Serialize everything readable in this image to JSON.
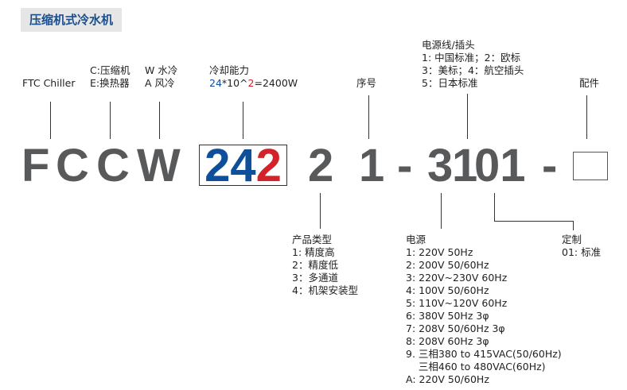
{
  "title": "压缩机式冷水机",
  "code": {
    "brand": "F",
    "type1": "C",
    "type2": "C",
    "cooling": "W",
    "capacity_digits": "24",
    "capacity_exp": "2",
    "product_type": "2",
    "serial": "1",
    "dash1": "-",
    "power_code": "3",
    "plug_code": "1",
    "custom_code": "01",
    "dash2": "-"
  },
  "top_labels": {
    "brand": "FTC Chiller",
    "type_lines": [
      "C:压缩机",
      "E:换热器"
    ],
    "cooling_lines": [
      "W 水冷",
      "A 风冷"
    ],
    "capacity_title": "冷却能力",
    "capacity_formula": {
      "digits": "24",
      "mid": "*10^",
      "exp": "2",
      "result": "=2400W"
    },
    "serial": "序号",
    "plug_lines": [
      "电源线/插头",
      "1: 中国标准；2：欧标",
      "3：美标；4：航空插头",
      "5：日本标准"
    ],
    "accessory": "配件"
  },
  "bottom_labels": {
    "product_type": [
      "产品类型",
      "1: 精度高",
      "2：精度低",
      "3：多通道",
      "4：机架安装型"
    ],
    "power": [
      "电源",
      "1: 220V 50Hz",
      "2: 200V 50/60Hz",
      "3: 220V~230V 60Hz",
      "4: 100V 50/60Hz",
      "5: 110V~120V 60Hz",
      "6: 380V 50Hz 3φ",
      "7: 208V 50/60Hz 3φ",
      "8: 208V 60Hz 3φ",
      "9. 三相380 to 415VAC(50/60Hz)",
      "    三相460 to 480VAC(60Hz)",
      "A: 220V 50/60Hz"
    ],
    "custom": [
      "定制",
      "01: 标准"
    ]
  },
  "colors": {
    "blue": "#0d4f9a",
    "red": "#d2232a",
    "grey": "#58595b"
  }
}
